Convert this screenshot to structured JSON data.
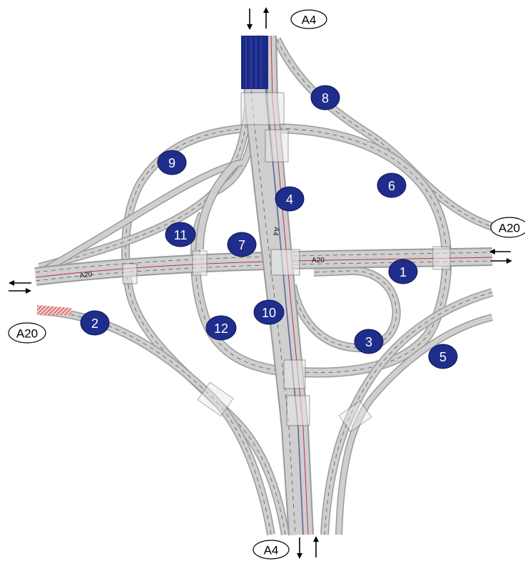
{
  "labels": {
    "a4_top": "A4",
    "a4_bottom": "A4",
    "a20_left": "A20",
    "a20_right": "A20"
  },
  "road_markings": {
    "a20_west": "A20",
    "a20_center": "A20",
    "a4_center": "A4"
  },
  "ramps": [
    {
      "number": "1"
    },
    {
      "number": "2"
    },
    {
      "number": "3"
    },
    {
      "number": "4"
    },
    {
      "number": "5"
    },
    {
      "number": "6"
    },
    {
      "number": "7"
    },
    {
      "number": "8"
    },
    {
      "number": "9"
    },
    {
      "number": "10"
    },
    {
      "number": "11"
    },
    {
      "number": "12"
    }
  ],
  "colors": {
    "badge": "#1f2d8c",
    "road": "#cfcfcf",
    "road_edge": "#9a9a9a",
    "highlight_section": "#1c2a86",
    "hatch": "#d23b3b"
  }
}
